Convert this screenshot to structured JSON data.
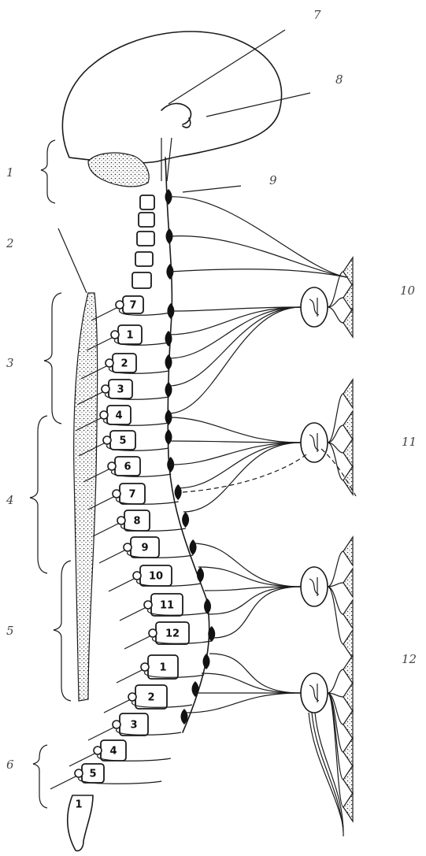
{
  "callouts": {
    "c1": "1",
    "c2": "2",
    "c3": "3",
    "c4": "4",
    "c5": "5",
    "c6": "6",
    "c7": "7",
    "c8": "8",
    "c9": "9",
    "c10": "10",
    "c11": "11",
    "c12": "12"
  },
  "vertebrae": {
    "cervical_last": "7",
    "thoracic": [
      "1",
      "2",
      "3",
      "4",
      "5",
      "6",
      "7",
      "8",
      "9",
      "10",
      "11",
      "12"
    ],
    "lumbar": [
      "1",
      "2",
      "3",
      "4",
      "5"
    ],
    "coccyx": "1"
  }
}
